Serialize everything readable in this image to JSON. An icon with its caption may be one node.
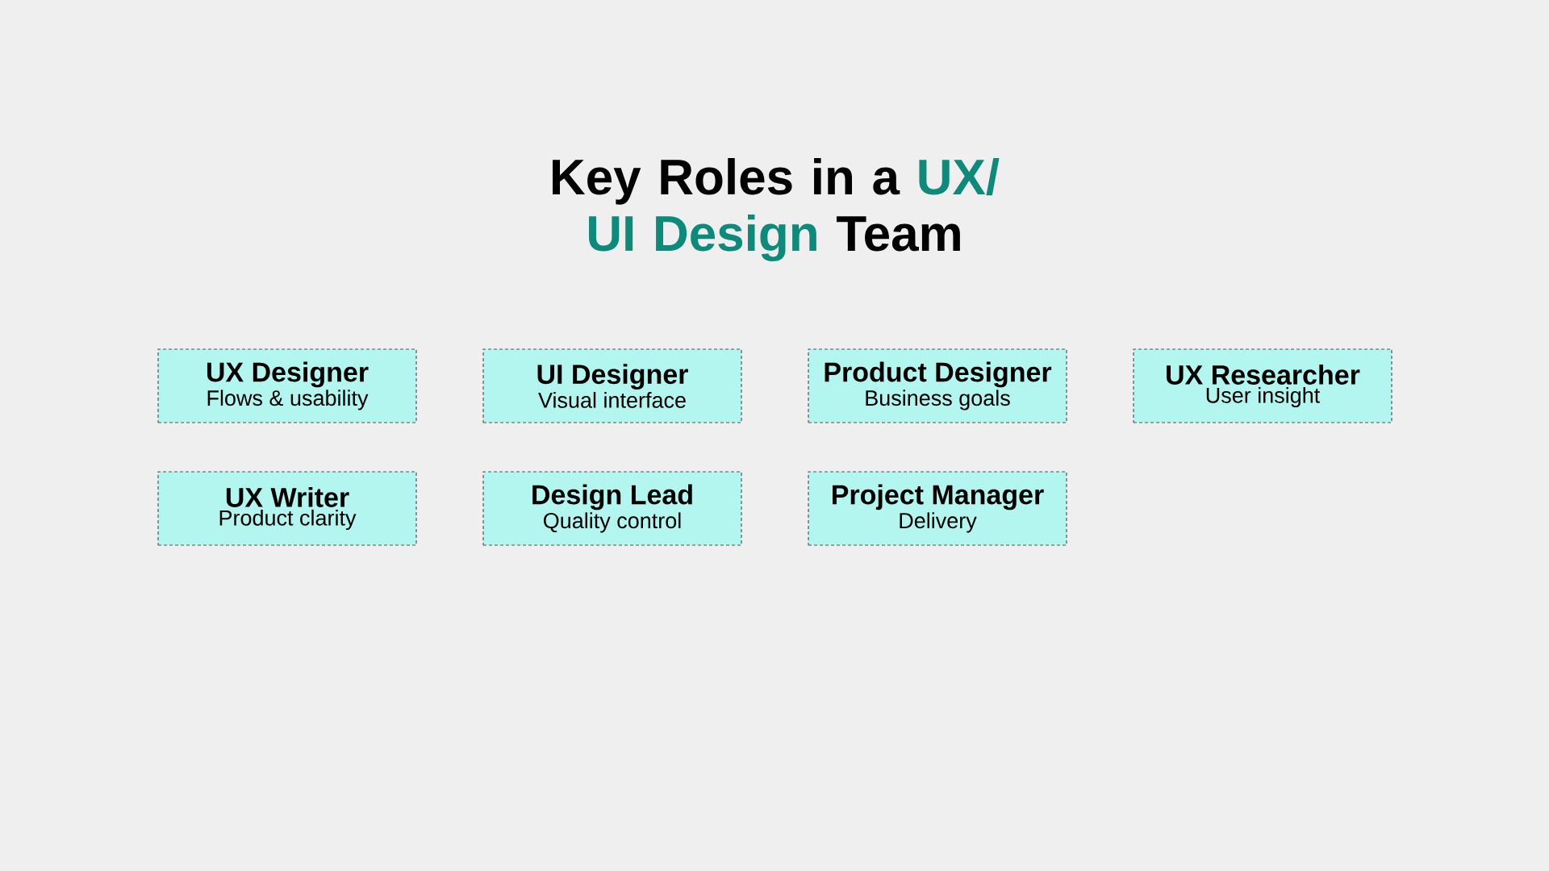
{
  "diagram": {
    "title": "Key Roles in a **UX/ UI Design** Team",
    "nodes": [
      {
        "text": [
          "UX Designer",
          "Flows & usability"
        ]
      },
      {
        "text": [
          "UI Designer",
          "Visual interface"
        ]
      },
      {
        "text": [
          "Product Designer",
          "Business goals"
        ]
      },
      {
        "text": [
          "UX Researcher",
          "User insight"
        ]
      },
      {
        "text": [
          "UX Writer",
          "Product clarity"
        ]
      },
      {
        "text": [
          "Design Lead",
          "Quality control"
        ]
      },
      {
        "text": [
          "Project Manager",
          "Delivery"
        ]
      }
    ]
  }
}
